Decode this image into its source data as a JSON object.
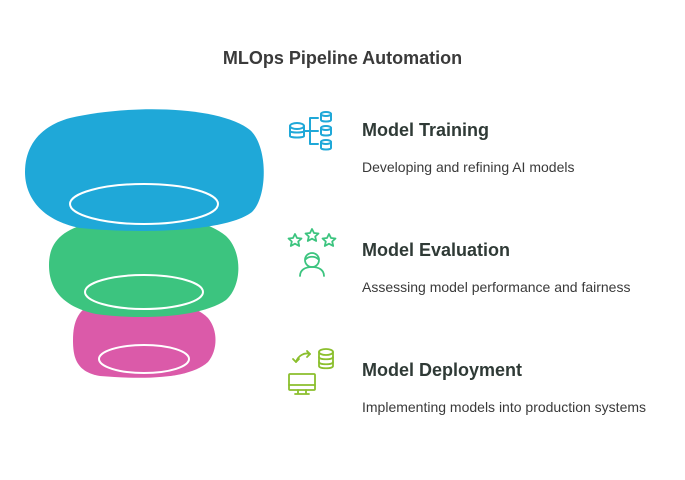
{
  "title": "MLOps Pipeline Automation",
  "colors": {
    "stage1": "#1fa8d8",
    "stage2": "#3cc47f",
    "stage3": "#db5aa9",
    "icon1": "#1fa8d8",
    "icon2": "#3cc47f",
    "icon3": "#8bbf2d"
  },
  "stages": [
    {
      "heading": "Model Training",
      "description": "Developing and refining AI models",
      "icon": "database-network-icon"
    },
    {
      "heading": "Model Evaluation",
      "description": "Assessing model performance and fairness",
      "icon": "star-rating-person-icon"
    },
    {
      "heading": "Model Deployment",
      "description": "Implementing models into production systems",
      "icon": "monitor-database-sync-icon"
    }
  ]
}
